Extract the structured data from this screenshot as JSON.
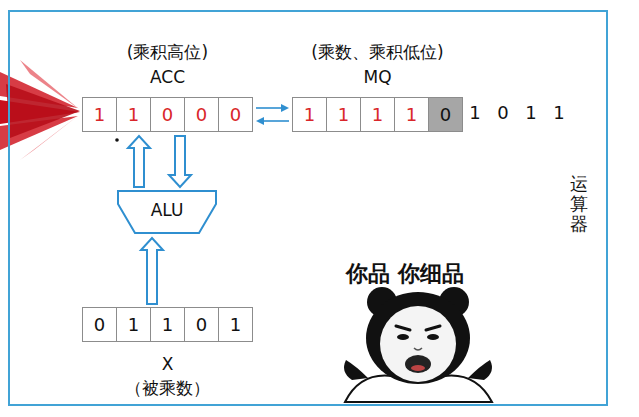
{
  "diagram": {
    "nodes": [
      {
        "text": [
          "运算器"
        ]
      },
      {
        "text": [
          "(乘积高位)",
          "ACC"
        ],
        "in": 0
      },
      {
        "text": [
          "1"
        ],
        "in": 1
      },
      {
        "text": [
          "1"
        ],
        "in": 1
      },
      {
        "text": [
          "0"
        ],
        "in": 1
      },
      {
        "text": [
          "0"
        ],
        "in": 1
      },
      {
        "text": [
          "0"
        ],
        "in": 1
      },
      {
        "text": [
          "(乘数、乘积低位)",
          "MQ"
        ],
        "in": 0
      },
      {
        "text": [
          "1"
        ],
        "in": 7
      },
      {
        "text": [
          "1"
        ],
        "in": 7
      },
      {
        "text": [
          "1"
        ],
        "in": 7
      },
      {
        "text": [
          "1"
        ],
        "in": 7
      },
      {
        "text": [
          "0"
        ],
        "in": 7
      },
      {
        "text": [
          "ALU"
        ],
        "in": 0
      },
      {
        "text": [
          "X",
          "（被乘数）"
        ],
        "in": 0
      },
      {
        "text": [
          "0"
        ],
        "in": 14
      },
      {
        "text": [
          "1"
        ],
        "in": 14
      },
      {
        "text": [
          "1"
        ],
        "in": 14
      },
      {
        "text": [
          "0"
        ],
        "in": 14
      },
      {
        "text": [
          "1"
        ],
        "in": 14
      }
    ],
    "edges": [
      {
        "from": 1,
        "to": 7,
        "arrow": "to"
      },
      {
        "from": 7,
        "to": 1,
        "arrow": "to"
      },
      {
        "from": 13,
        "to": 1,
        "arrow": "to"
      },
      {
        "from": 1,
        "to": 13,
        "arrow": "to"
      },
      {
        "from": 14,
        "to": 13,
        "arrow": "to"
      }
    ],
    "labels": [
      "1",
      "0",
      "1",
      "1",
      "你品 你细品"
    ]
  }
}
